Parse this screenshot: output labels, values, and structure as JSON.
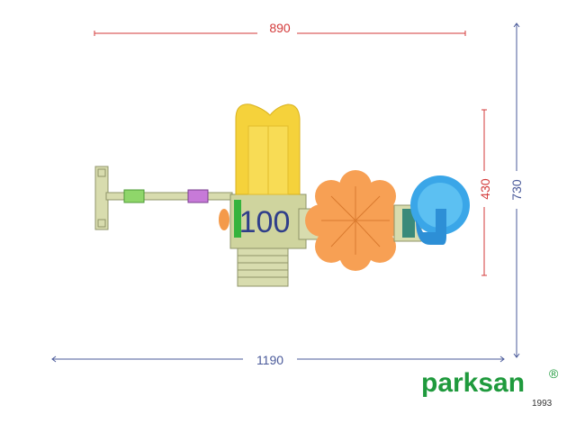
{
  "dimensions": {
    "top_width": "890",
    "bottom_width": "1190",
    "right_inner_height": "430",
    "right_outer_height": "730"
  },
  "model": {
    "number": "100"
  },
  "logo": {
    "wordmark": "parksan",
    "registered": "®",
    "year": "1993"
  },
  "colors": {
    "dim_red": "#d33a3a",
    "dim_blue": "#4a5a9a",
    "slide_yellow": "#f5d23b",
    "roof_orange": "#f7a054",
    "tube_blue": "#3aa6e8",
    "wood_green": "#c9cf9a",
    "logo_green": "#1f9a3d"
  }
}
